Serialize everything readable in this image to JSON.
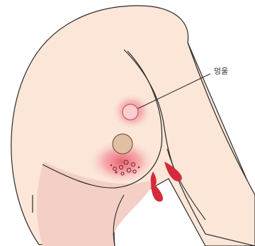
{
  "annotation": {
    "label": "멍울"
  },
  "colors": {
    "skin": "#fbe6d8",
    "skin_shadow": "#f2c9c0",
    "outline": "#2a2a2a",
    "inflamed": "#e96a79",
    "inflamed_soft": "#f5a9b1",
    "nipple": "#e0bfa3",
    "blood": "#d42a3b"
  },
  "icons": {
    "nipple": "areola-circle",
    "lump": "lump-spot",
    "discharge": "blood-drop"
  }
}
